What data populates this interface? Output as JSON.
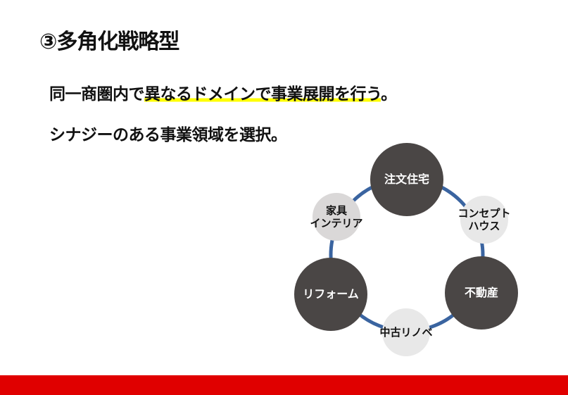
{
  "title": "③多角化戦略型",
  "line1": {
    "prefix": "同一商圏内で",
    "highlight": "異なるドメインで事業展開を行う",
    "suffix": "。"
  },
  "line2": "シナジーのある事業領域を選択。",
  "diagram": {
    "major": [
      "注文住宅",
      "不動産",
      "リフォーム"
    ],
    "minor": [
      {
        "line1": "コンセプト",
        "line2": "ハウス"
      },
      {
        "line1": "中古リノベ",
        "line2": ""
      },
      {
        "line1": "家具",
        "line2": "インテリア"
      }
    ]
  },
  "colors": {
    "ring": "#3a64a0",
    "major": "#4a4645",
    "minor1": "#e6e6e6",
    "minor3": "#d9d7d7",
    "footer": "#e00000",
    "highlight": "#ffff00"
  }
}
